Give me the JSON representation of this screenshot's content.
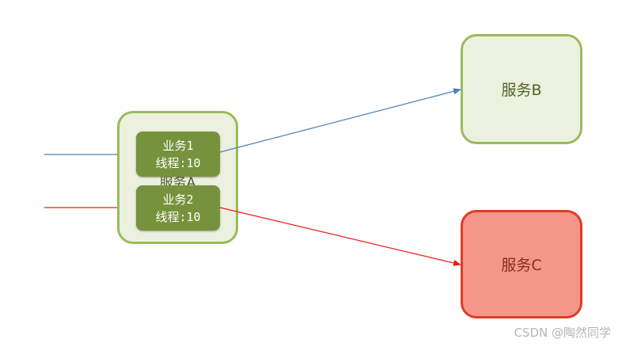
{
  "service_a": {
    "label": "服务A"
  },
  "service_b": {
    "label": "服务B"
  },
  "service_c": {
    "label": "服务C"
  },
  "business_1": {
    "name": "业务1",
    "threads": "线程:10"
  },
  "business_2": {
    "name": "业务2",
    "threads": "线程:10"
  },
  "watermark": "CSDN @陶然同学",
  "colors": {
    "blue_arrow": "#4f7fb8",
    "red_arrow": "#ee1c1c",
    "service_fill": "#ebf1de",
    "service_border": "#9bbb59",
    "business_fill": "#76923c",
    "service_c_fill": "#f4968a",
    "service_c_border": "#e03c24"
  }
}
